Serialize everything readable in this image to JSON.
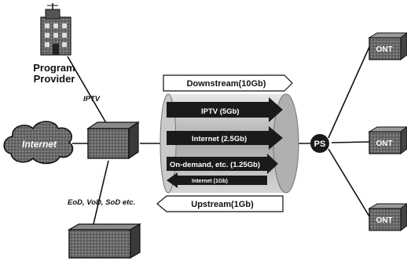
{
  "provider": {
    "line1": "Program",
    "line2": "Provider"
  },
  "links": {
    "iptv": "IPTV",
    "services": "EoD, VoD, SoD etc."
  },
  "cloud": {
    "label": "Internet"
  },
  "downstream": {
    "label": "Downstream(10Gb)"
  },
  "upstream": {
    "label": "Upstream(1Gb)"
  },
  "streams": {
    "iptv": "IPTV (5Gb)",
    "internet": "Internet (2.5Gb)",
    "ondemand": "On-demand, etc. (1.25Gb)",
    "internet_up": "Internet (1Gb)"
  },
  "splitter": {
    "label": "PS"
  },
  "onts": {
    "a": "ONT",
    "b": "ONT",
    "c": "ONT"
  },
  "colors": {
    "ink": "#111111",
    "box": "#555555",
    "ont": "#777777",
    "fiber": "#bfbfbf"
  }
}
